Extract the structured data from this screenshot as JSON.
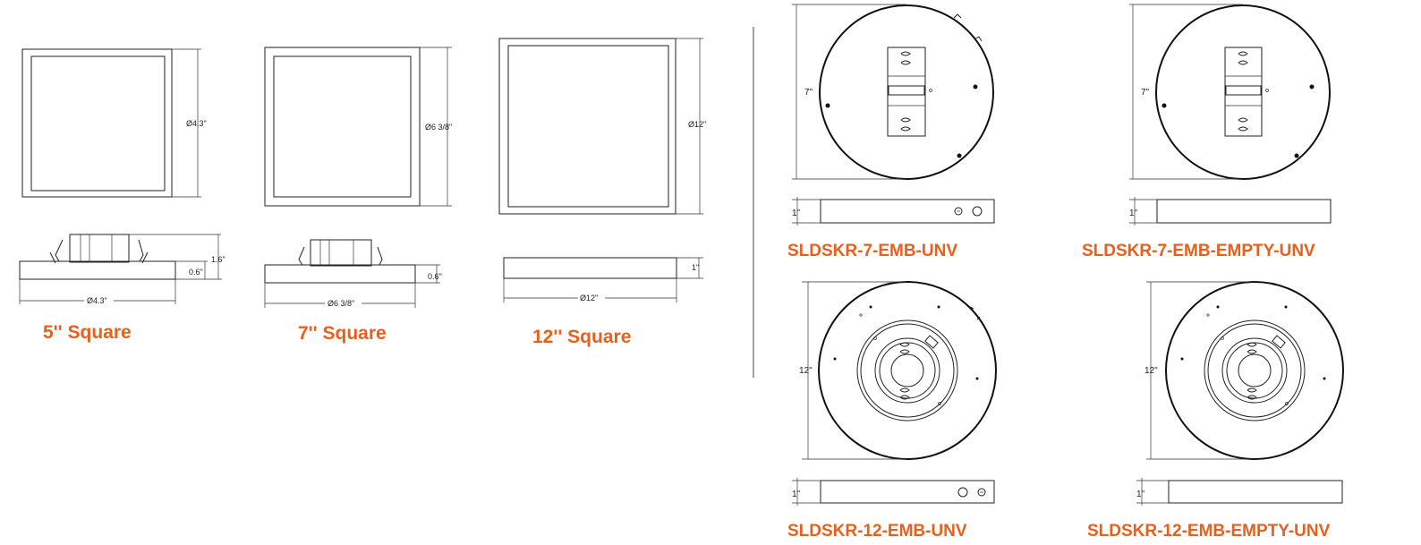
{
  "squares": [
    {
      "label": "5'' Square",
      "diameter": "Ø4.3\"",
      "height": "1.6\"",
      "body_height": "0.6\"",
      "width": "Ø4.3\""
    },
    {
      "label": "7'' Square",
      "diameter": "Ø6 3/8\"",
      "body_height": "0.6\"",
      "width": "Ø6 3/8\""
    },
    {
      "label": "12'' Square",
      "diameter": "Ø12\"",
      "body_height": "1\"",
      "width": "Ø12\""
    }
  ],
  "rounds": [
    {
      "label": "SLDSKR-7-EMB-UNV",
      "diameter": "7\"",
      "thickness": "1\""
    },
    {
      "label": "SLDSKR-7-EMB-EMPTY-UNV",
      "diameter": "7\"",
      "thickness": "1\""
    },
    {
      "label": "SLDSKR-12-EMB-UNV",
      "diameter": "12\"",
      "thickness": "1\""
    },
    {
      "label": "SLDSKR-12-EMB-EMPTY-UNV",
      "diameter": "12\"",
      "thickness": "1\""
    }
  ],
  "colors": {
    "caption": "#e8601c",
    "line": "#222222"
  }
}
